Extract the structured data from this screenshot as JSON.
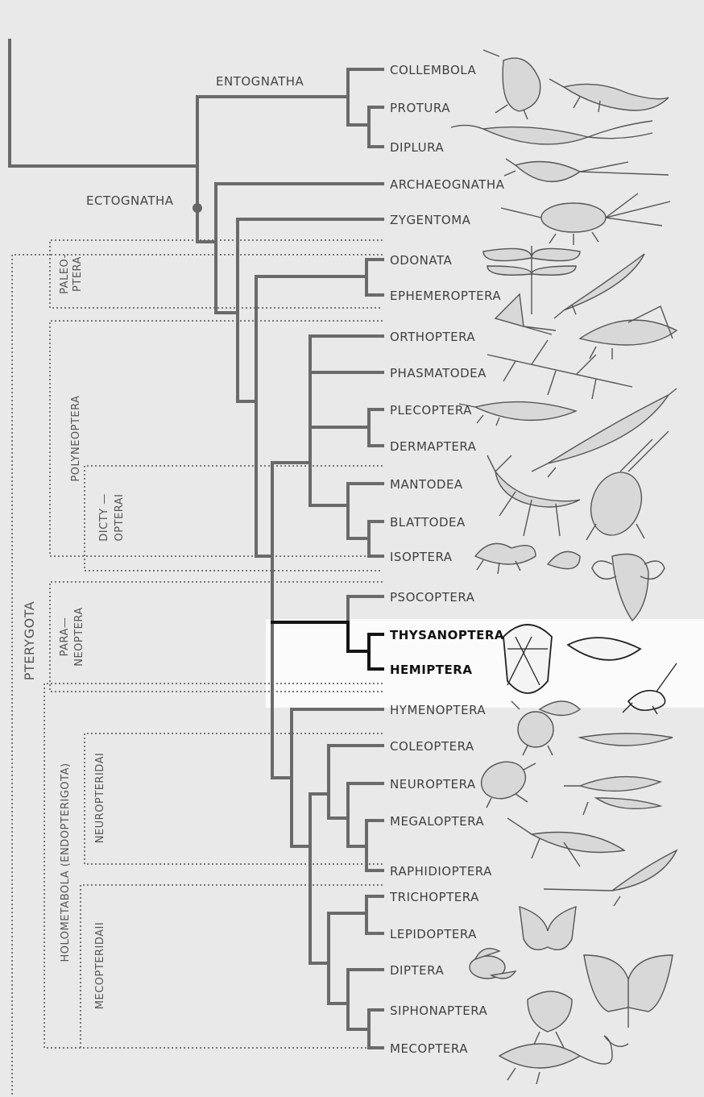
{
  "tree": {
    "clade_labels": {
      "entognatha": "ENTOGNATHA",
      "ectognatha": "ECTOGNATHA"
    },
    "group_labels": {
      "paleoptera": [
        "PALEO-",
        "PTERA"
      ],
      "polyneoptera": "POLYNEOPTERA",
      "dictyopterai": [
        "DICTY —",
        "OPTERAI"
      ],
      "paraneoptera": [
        "PARA—",
        "NEOPTERA"
      ],
      "pterygota": "PTERYGOTA",
      "holometabola": "HOLOMETABOLA (ENDOPTERIGOTA)",
      "neuropteridai": "NEUROPTERIDAI",
      "mecopteridai": "MECOPTERIDAII"
    },
    "taxa": [
      "COLLEMBOLA",
      "PROTURA",
      "DIPLURA",
      "ARCHAEOGNATHA",
      "ZYGENTOMA",
      "ODONATA",
      "EPHEMEROPTERA",
      "ORTHOPTERA",
      "PHASMATODEA",
      "PLECOPTERA",
      "DERMAPTERA",
      "MANTODEA",
      "BLATTODEA",
      "ISOPTERA",
      "PSOCOPTERA",
      "THYSANOPTERA",
      "HEMIPTERA",
      "HYMENOPTERA",
      "COLEOPTERA",
      "NEUROPTERA",
      "MEGALOPTERA",
      "RAPHIDIOPTERA",
      "TRICHOPTERA",
      "LEPIDOPTERA",
      "DIPTERA",
      "SIPHONAPTERA",
      "MECOPTERA"
    ],
    "highlighted_taxa": [
      "THYSANOPTERA",
      "HEMIPTERA"
    ],
    "colors": {
      "branch": "#6a6a6a",
      "highlight": "#141414",
      "background": "#e9e9e9"
    }
  }
}
